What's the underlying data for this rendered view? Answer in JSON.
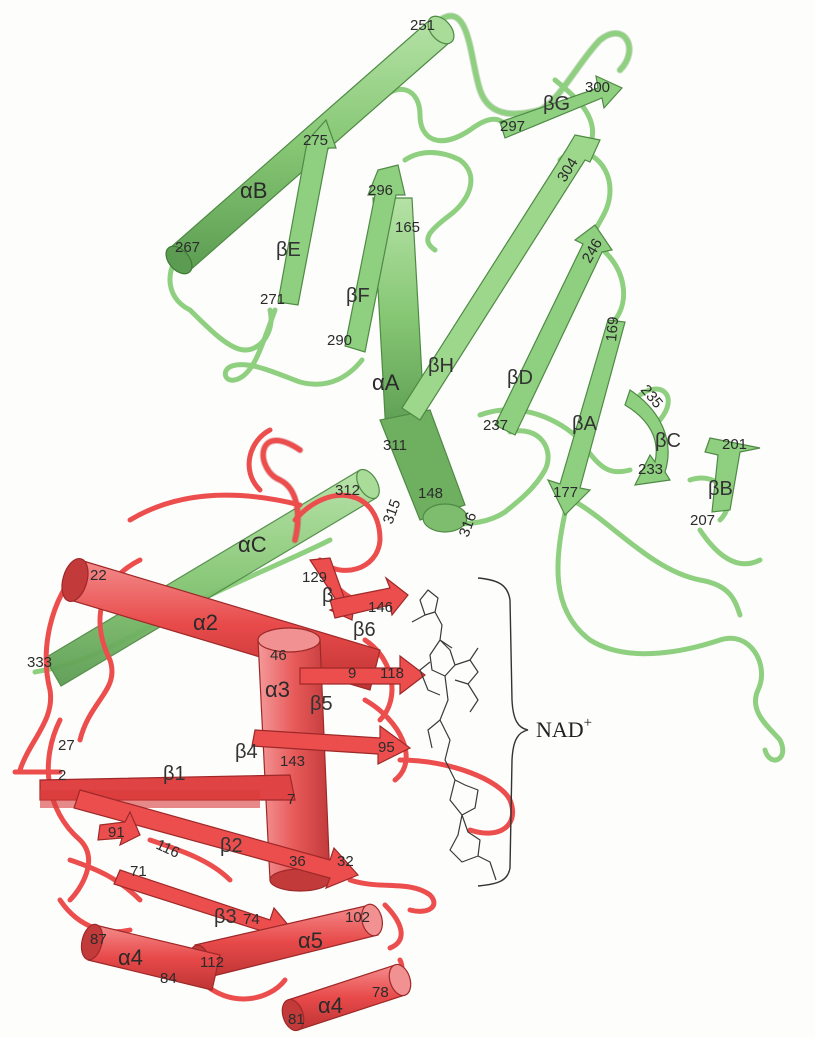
{
  "colors": {
    "green_domain": "#8fcf80",
    "green_dark": "#5c9c52",
    "red_domain": "#ec4e4e",
    "red_dark": "#b83030",
    "ligand": "#3a3a3a"
  },
  "ligand_label": {
    "name": "NAD",
    "charge": "+"
  },
  "secondary_structure_labels": {
    "green": [
      "αB",
      "βE",
      "βF",
      "αA",
      "βH",
      "βD",
      "βA",
      "βC",
      "βB",
      "βG",
      "αC"
    ],
    "red": [
      "α2",
      "α3",
      "β5",
      "β6",
      "β",
      "β4",
      "β1",
      "β2",
      "β3",
      "α5",
      "α4",
      "α4"
    ]
  },
  "residue_labels": {
    "green": [
      "251",
      "275",
      "300",
      "297",
      "304",
      "296",
      "165",
      "267",
      "246",
      "271",
      "169",
      "290",
      "237",
      "235",
      "311",
      "201",
      "233",
      "312",
      "148",
      "315",
      "316",
      "177",
      "207"
    ],
    "red": [
      "22",
      "129",
      "146",
      "333",
      "46",
      "9",
      "118",
      "27",
      "143",
      "95",
      "2",
      "7",
      "91",
      "116",
      "36",
      "32",
      "71",
      "74",
      "102",
      "87",
      "84",
      "112",
      "81",
      "78"
    ]
  }
}
